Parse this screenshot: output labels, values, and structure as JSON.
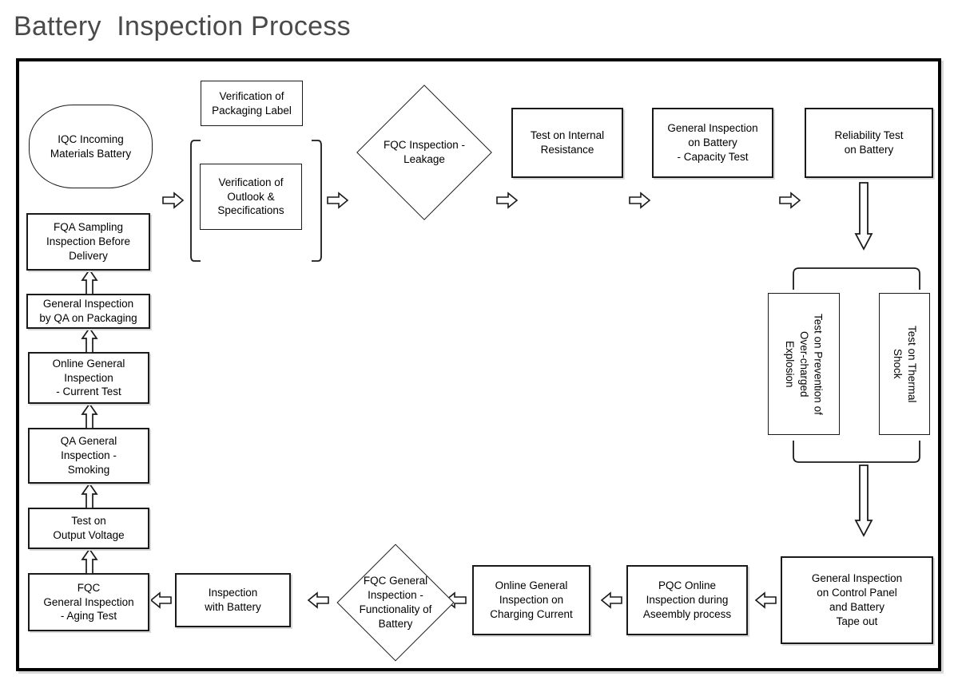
{
  "title": "Battery  Inspection Process",
  "colors": {
    "title_text": "#4a4a4a",
    "frame_border": "#000000",
    "node_border": "#1a1a1a",
    "node_fill": "#ffffff",
    "shadow": "#d9d9d9"
  },
  "diagram": {
    "type": "flowchart",
    "nodes": {
      "iqc_incoming": {
        "label": "IQC Incoming\nMaterials Battery",
        "shape": "terminator"
      },
      "verify_packaging_label": {
        "label": "Verification of\nPackaging Label",
        "shape": "process"
      },
      "verify_outlook_specs": {
        "label": "Verification of\nOutlook &\nSpecifications",
        "shape": "process"
      },
      "fqc_leakage": {
        "label": "FQC Inspection -\nLeakage",
        "shape": "decision"
      },
      "test_internal_resistance": {
        "label": "Test on Internal\nResistance",
        "shape": "process"
      },
      "general_inspection_capacity": {
        "label": "General Inspection\non Battery\n- Capacity Test",
        "shape": "process"
      },
      "reliability_test": {
        "label": "Reliability Test\non Battery",
        "shape": "process"
      },
      "test_overcharge_explosion": {
        "label": "Test on Prevention of\nOver-charged\nExplosion",
        "shape": "process-vertical"
      },
      "test_thermal_shock": {
        "label": "Test on Thermal\nShock",
        "shape": "process-vertical"
      },
      "general_inspection_control_panel": {
        "label": "General Inspection\non Control Panel\nand Battery\nTape out",
        "shape": "process"
      },
      "pqc_online_assembly": {
        "label": "PQC Online\nInspection during\nAseembly process",
        "shape": "process"
      },
      "online_charging_current": {
        "label": "Online General\nInspection on\nCharging Current",
        "shape": "process"
      },
      "fqc_functionality": {
        "label": "FQC General\nInspection -\nFunctionality of\nBattery",
        "shape": "decision"
      },
      "inspection_with_battery": {
        "label": "Inspection\nwith Battery",
        "shape": "process"
      },
      "fqc_aging_test": {
        "label": "FQC\nGeneral Inspection\n- Aging Test",
        "shape": "process"
      },
      "test_output_voltage": {
        "label": "Test on\nOutput Voltage",
        "shape": "process"
      },
      "qa_general_smoking": {
        "label": "QA General\nInspection -\nSmoking",
        "shape": "process"
      },
      "online_general_current_test": {
        "label": "Online General\nInspection\n- Current Test",
        "shape": "process"
      },
      "general_inspection_packaging": {
        "label": "General Inspection\nby QA on Packaging",
        "shape": "process"
      },
      "fqa_sampling": {
        "label": "FQA Sampling\nInspection Before\nDelivery",
        "shape": "process"
      }
    },
    "edges": [
      {
        "from": "iqc_incoming",
        "to": "verify_group",
        "direction": "right"
      },
      {
        "from": "verify_group",
        "to": "fqc_leakage",
        "direction": "right"
      },
      {
        "from": "fqc_leakage",
        "to": "test_internal_resistance",
        "direction": "right"
      },
      {
        "from": "test_internal_resistance",
        "to": "general_inspection_capacity",
        "direction": "right"
      },
      {
        "from": "general_inspection_capacity",
        "to": "reliability_test",
        "direction": "right"
      },
      {
        "from": "reliability_test",
        "to": "reliability_group",
        "direction": "down"
      },
      {
        "from": "reliability_group",
        "to": "general_inspection_control_panel",
        "direction": "down"
      },
      {
        "from": "general_inspection_control_panel",
        "to": "pqc_online_assembly",
        "direction": "left"
      },
      {
        "from": "pqc_online_assembly",
        "to": "online_charging_current",
        "direction": "left"
      },
      {
        "from": "online_charging_current",
        "to": "fqc_functionality",
        "direction": "left"
      },
      {
        "from": "fqc_functionality",
        "to": "inspection_with_battery",
        "direction": "left"
      },
      {
        "from": "inspection_with_battery",
        "to": "fqc_aging_test",
        "direction": "left"
      },
      {
        "from": "fqc_aging_test",
        "to": "test_output_voltage",
        "direction": "up"
      },
      {
        "from": "test_output_voltage",
        "to": "qa_general_smoking",
        "direction": "up"
      },
      {
        "from": "qa_general_smoking",
        "to": "online_general_current_test",
        "direction": "up"
      },
      {
        "from": "online_general_current_test",
        "to": "general_inspection_packaging",
        "direction": "up"
      },
      {
        "from": "general_inspection_packaging",
        "to": "fqa_sampling",
        "direction": "up"
      }
    ]
  }
}
